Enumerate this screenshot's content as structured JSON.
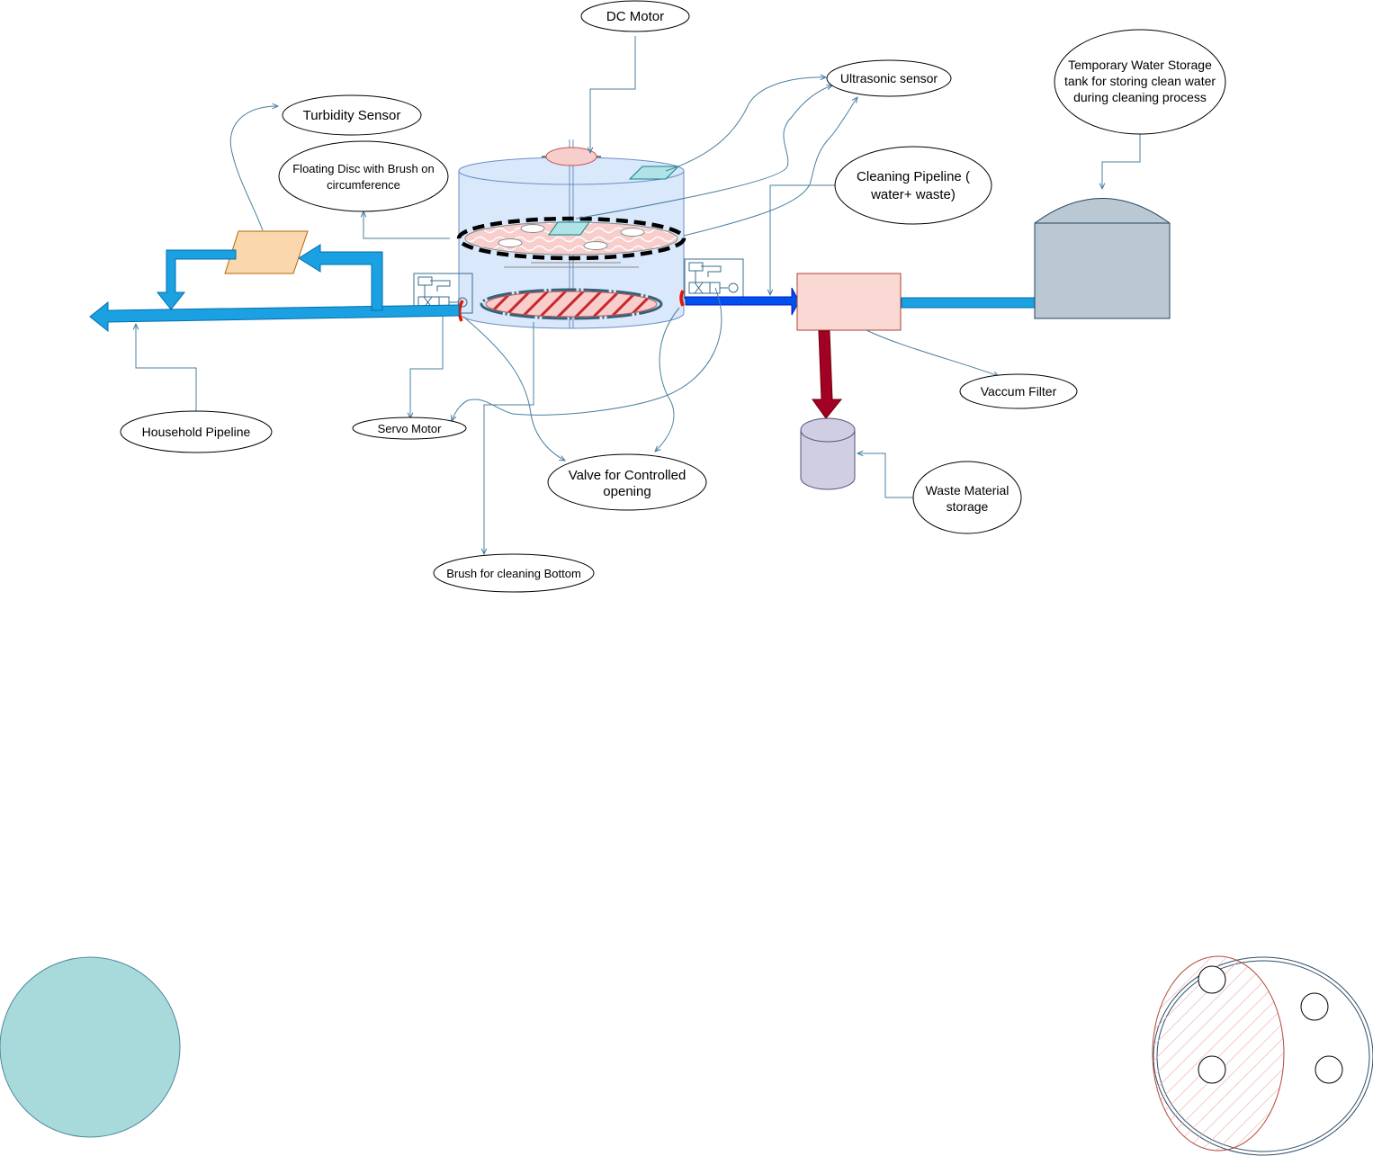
{
  "labels": {
    "dc_motor": "DC Motor",
    "ultrasonic_sensor": "Ultrasonic sensor",
    "turbidity_sensor": "Turbidity Sensor",
    "floating_disc_line1": "Floating Disc with Brush on",
    "floating_disc_line2": "circumference",
    "cleaning_pipeline_line1": "Cleaning Pipeline (",
    "cleaning_pipeline_line2": "water+ waste)",
    "temp_storage_line1": "Temporary Water Storage",
    "temp_storage_line2": "tank for storing clean water",
    "temp_storage_line3": "during cleaning process",
    "household_pipeline": "Household Pipeline",
    "servo_motor": "Servo Motor",
    "valve_line1": "Valve for Controlled",
    "valve_line2": "opening",
    "brush_bottom": "Brush for cleaning Bottom",
    "vaccum_filter": "Vaccum Filter",
    "waste_storage_line1": "Waste Material",
    "waste_storage_line2": "storage"
  },
  "colors": {
    "pipe_blue": "#1ba1e2",
    "dark_blue_pipe": "#0050ef",
    "tank_fill": "#dae8fc",
    "tank_stroke": "#6c8ebf",
    "connector": "#4a7fa0",
    "disc_fill": "#f8cecc",
    "waste_arrow": "#a20025",
    "filter_fill": "#fad9d5",
    "filter_stroke": "#ae4132",
    "storage_tank": "#bac8d3",
    "turbidity_fill": "#fad7ac",
    "teal_circle": "#a8dadc",
    "waste_bin": "#d0cee2"
  }
}
